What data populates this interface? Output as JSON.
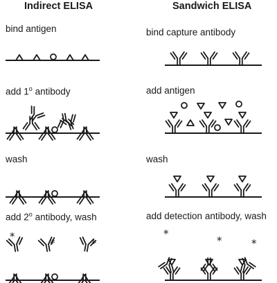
{
  "titles": {
    "indirect": "Indirect ELISA",
    "sandwich": "Sandwich ELISA"
  },
  "indirect": {
    "steps": [
      {
        "label_pre": "bind antigen"
      },
      {
        "label_pre": "add 1",
        "sup": "o",
        "label_post": " antibody"
      },
      {
        "label_pre": "wash"
      },
      {
        "label_pre": "add 2",
        "sup": "o",
        "label_post": " antibody, wash"
      }
    ]
  },
  "sandwich": {
    "steps": [
      {
        "label_pre": "bind capture antibody"
      },
      {
        "label_pre": "add antigen"
      },
      {
        "label_pre": "wash"
      },
      {
        "label_pre": "add detection antibody, wash"
      }
    ]
  },
  "marker_symbol": "*"
}
